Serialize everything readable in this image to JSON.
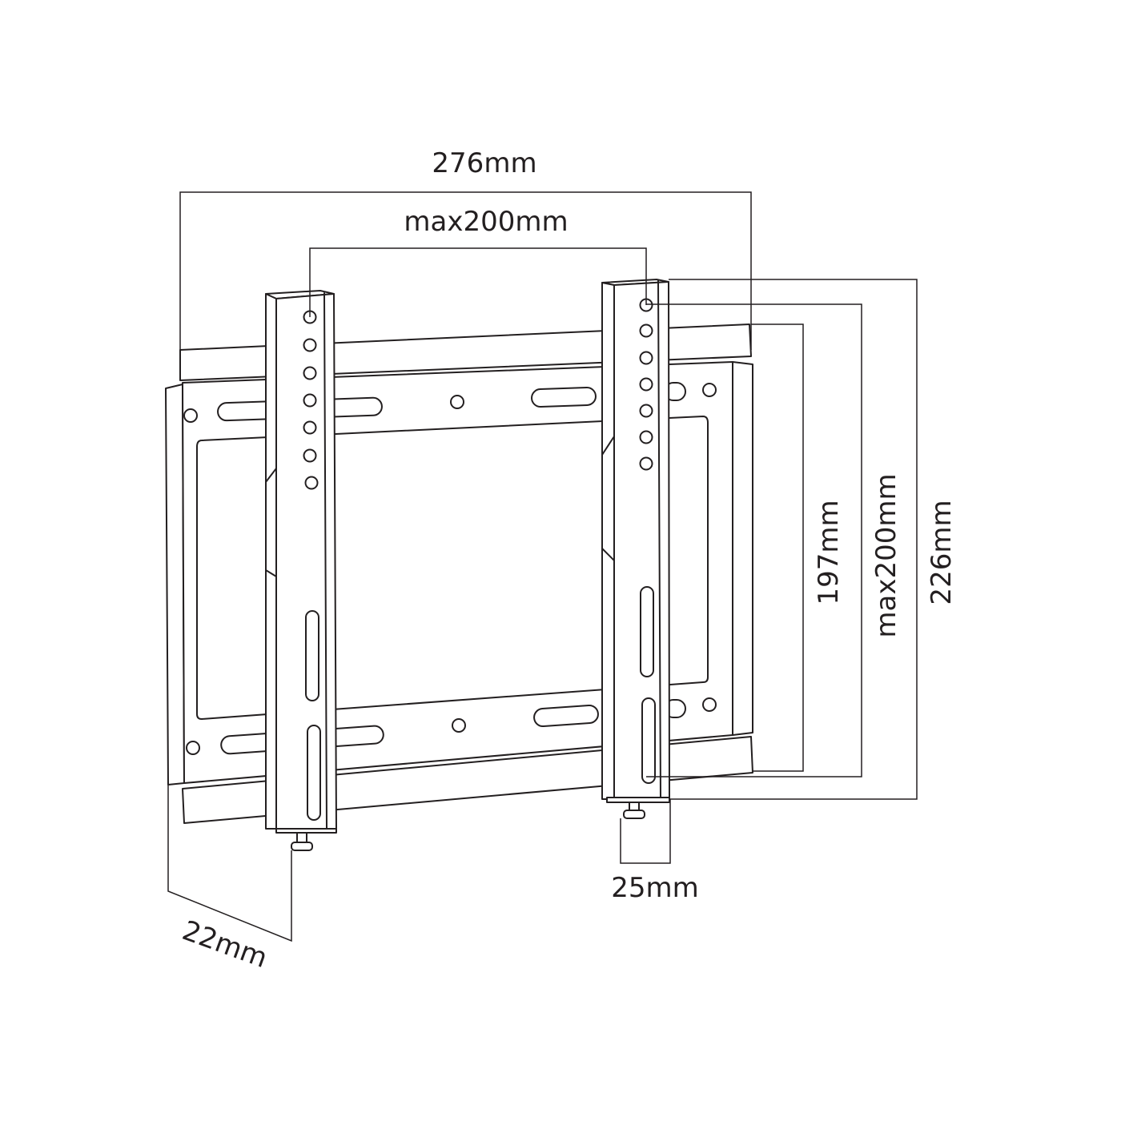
{
  "diagram": {
    "labels": {
      "overall_width": "276mm",
      "vesa_horizontal": "max200mm",
      "inner_height": "197mm",
      "vesa_vertical": "max200mm",
      "overall_height": "226mm",
      "depth": "22mm",
      "arm_width": "25mm"
    },
    "colors": {
      "line": "#231f20",
      "background": "#ffffff"
    }
  }
}
